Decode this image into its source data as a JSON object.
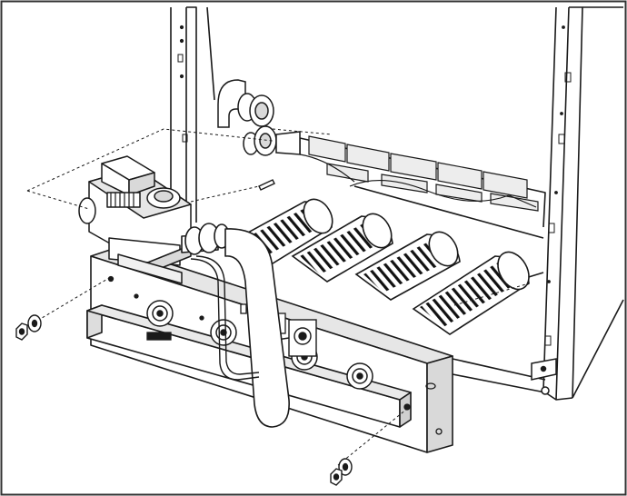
{
  "figure": {
    "kind": "exploded-assembly-line-drawing",
    "colors": {
      "ink": "#1a1a1a",
      "paper": "#ffffff",
      "shade_light": "#d9d9d9",
      "shade_mid": "#9a9a9a",
      "burner_stripe": "#111111",
      "frame_border": "#333333"
    },
    "parts": {
      "cabinet": "boiler-cabinet",
      "valve": "gas-valve",
      "manifold": "burner-manifold",
      "burners": "burner-tubes",
      "pipe": "gas-supply-pipe",
      "fittings": "pipe-union-fittings",
      "fasteners": "nut-and-washer"
    },
    "burner_count": 4,
    "fastener_count": 2
  }
}
